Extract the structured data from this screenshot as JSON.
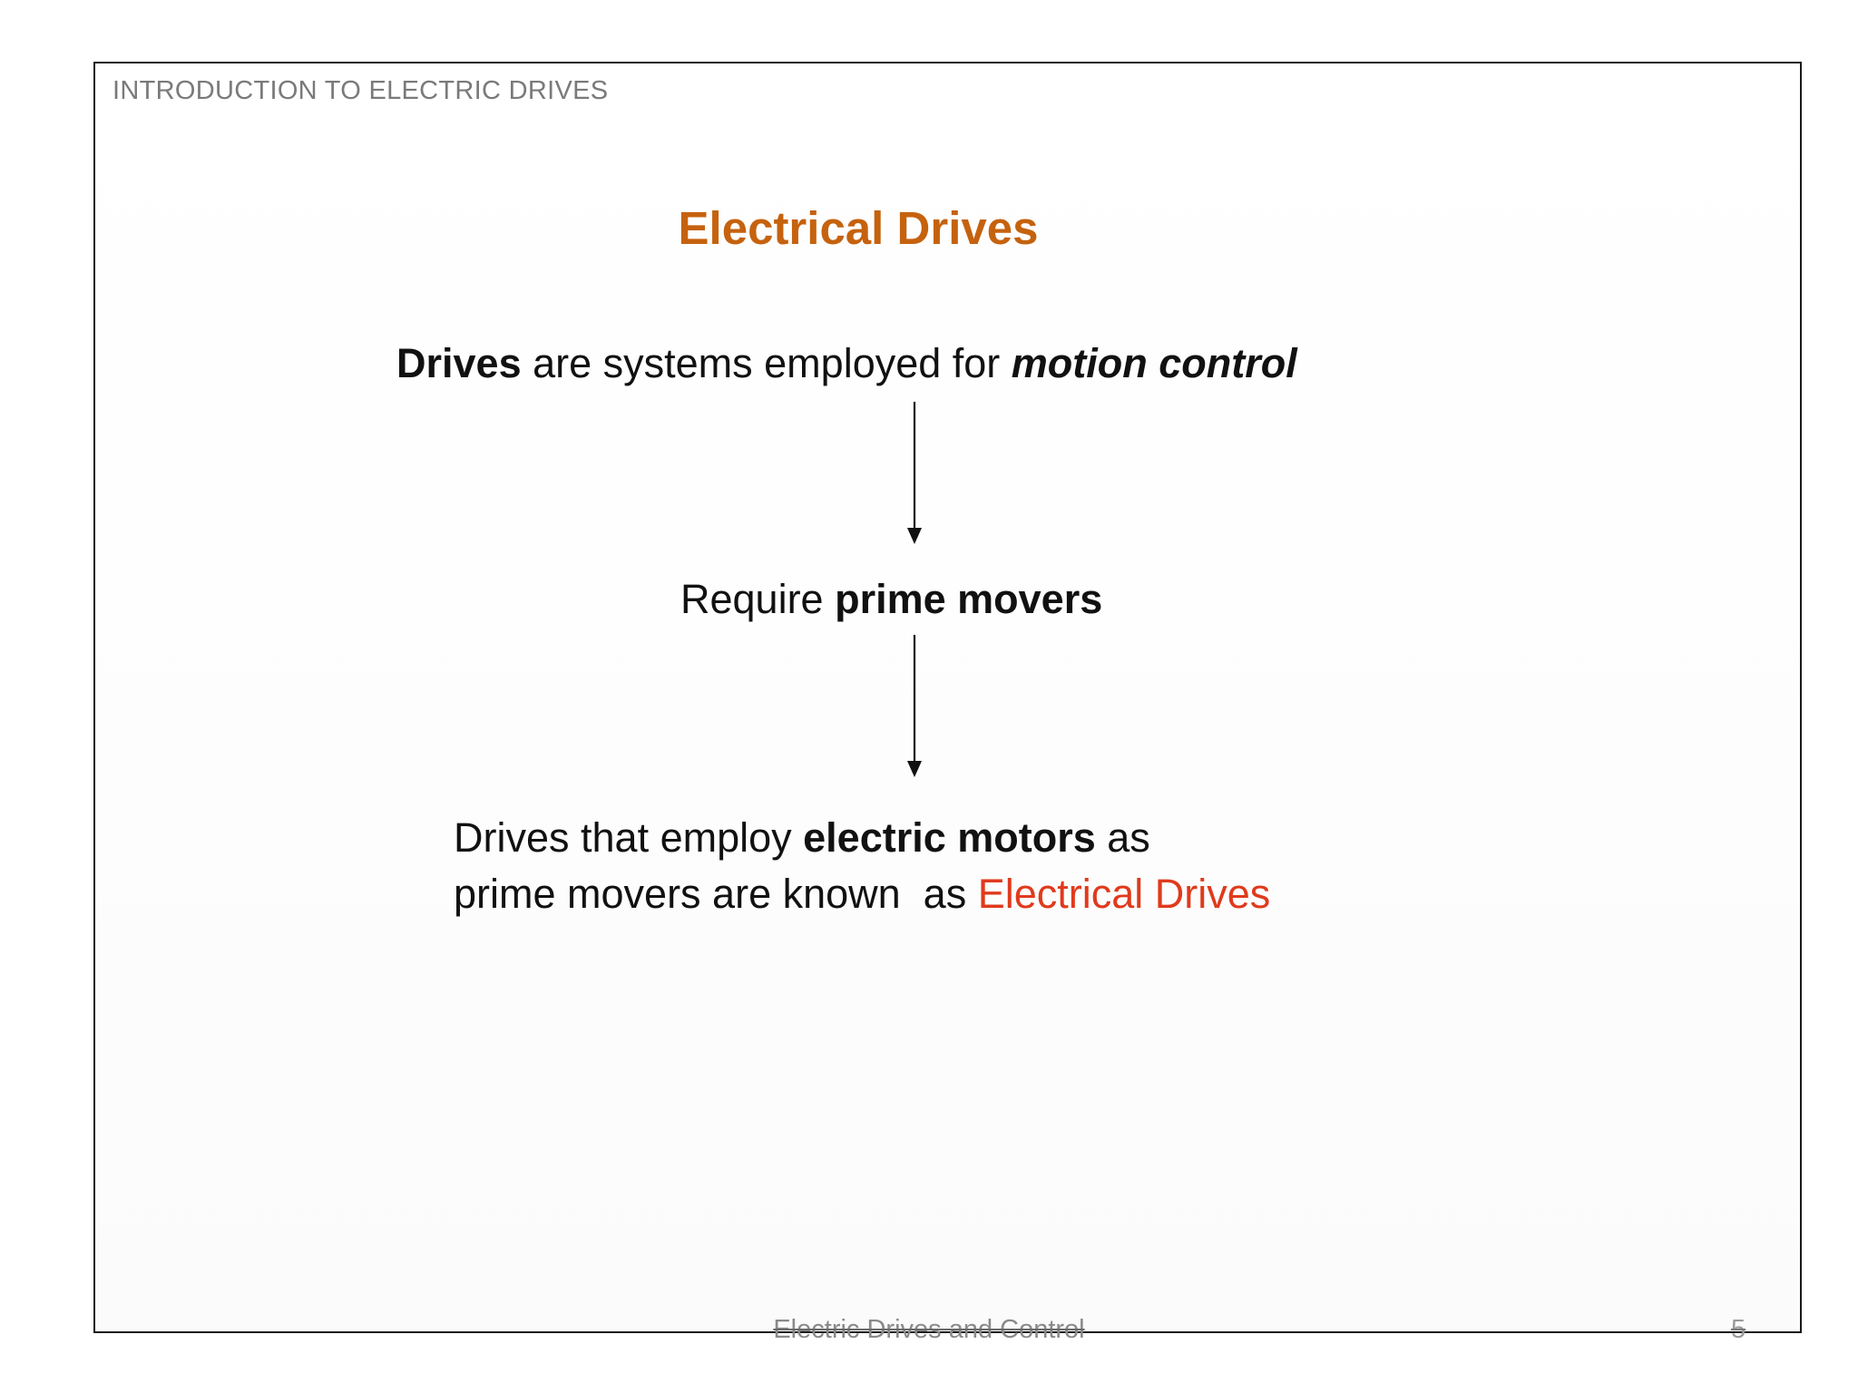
{
  "slide": {
    "section_header": "INTRODUCTION TO ELECTRIC DRIVES",
    "title": "Electrical Drives",
    "statement_1": {
      "bold_lead": "Drives",
      "middle": " are systems employed for ",
      "emphasis": "motion control"
    },
    "statement_2": {
      "lead": "Require ",
      "bold": "prime movers"
    },
    "statement_3": {
      "line1_lead": "Drives that employ ",
      "line1_bold": "electric motors",
      "line1_tail": " as",
      "line2_lead": "prime movers are known  as ",
      "line2_highlight": "Electrical Drives"
    },
    "footer_title": "Electric Drives and Control",
    "page_number": "5"
  },
  "colors": {
    "title": "#c5620e",
    "highlight": "#e03a1c",
    "body_text": "#111111",
    "header_text": "#7a7a7a"
  }
}
